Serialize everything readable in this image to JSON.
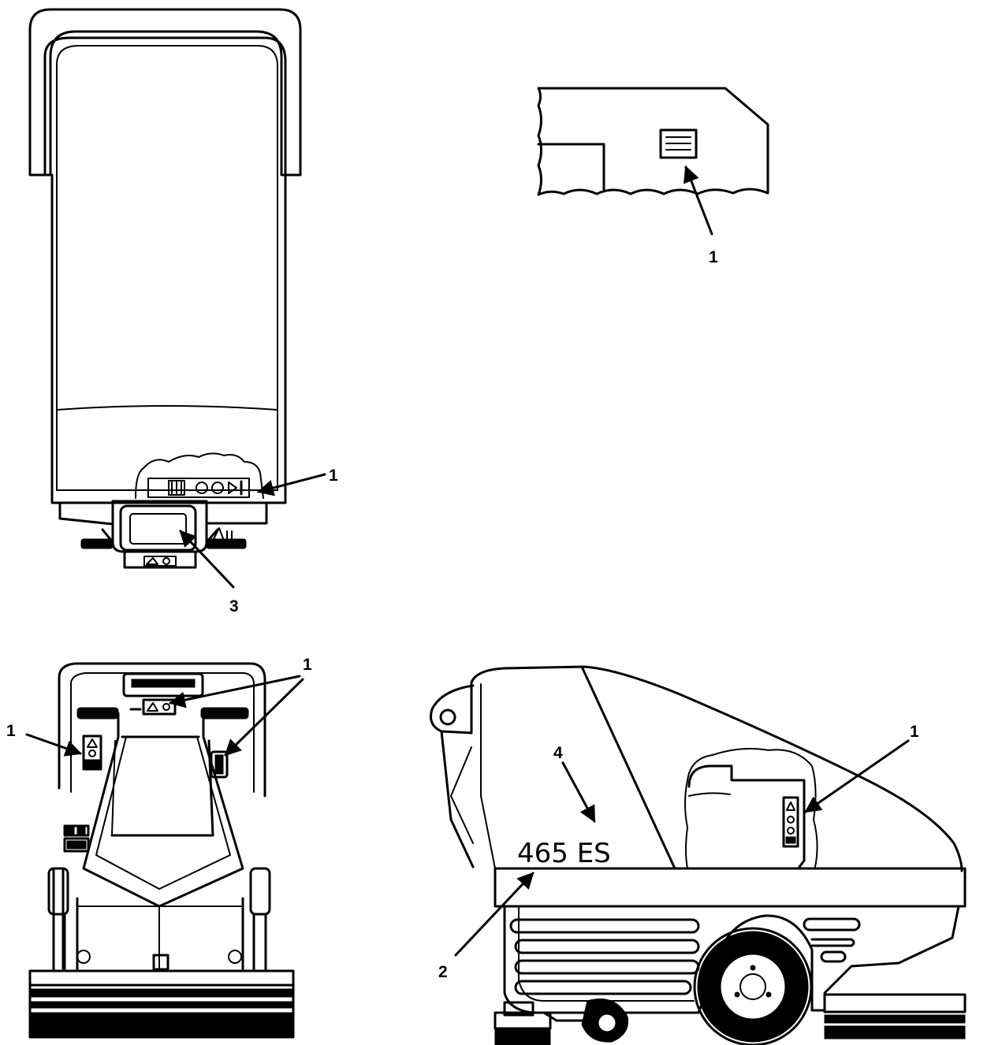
{
  "views": {
    "top_view": {
      "callouts": [
        "1",
        "3"
      ]
    },
    "detail_view": {
      "callouts": [
        "1"
      ]
    },
    "rear_view": {
      "callouts": [
        "1",
        "1"
      ]
    },
    "side_view": {
      "callouts": [
        "1",
        "2",
        "4"
      ],
      "model_marking": "465 ES"
    }
  },
  "colors": {
    "line": "#000000",
    "background": "#ffffff"
  }
}
